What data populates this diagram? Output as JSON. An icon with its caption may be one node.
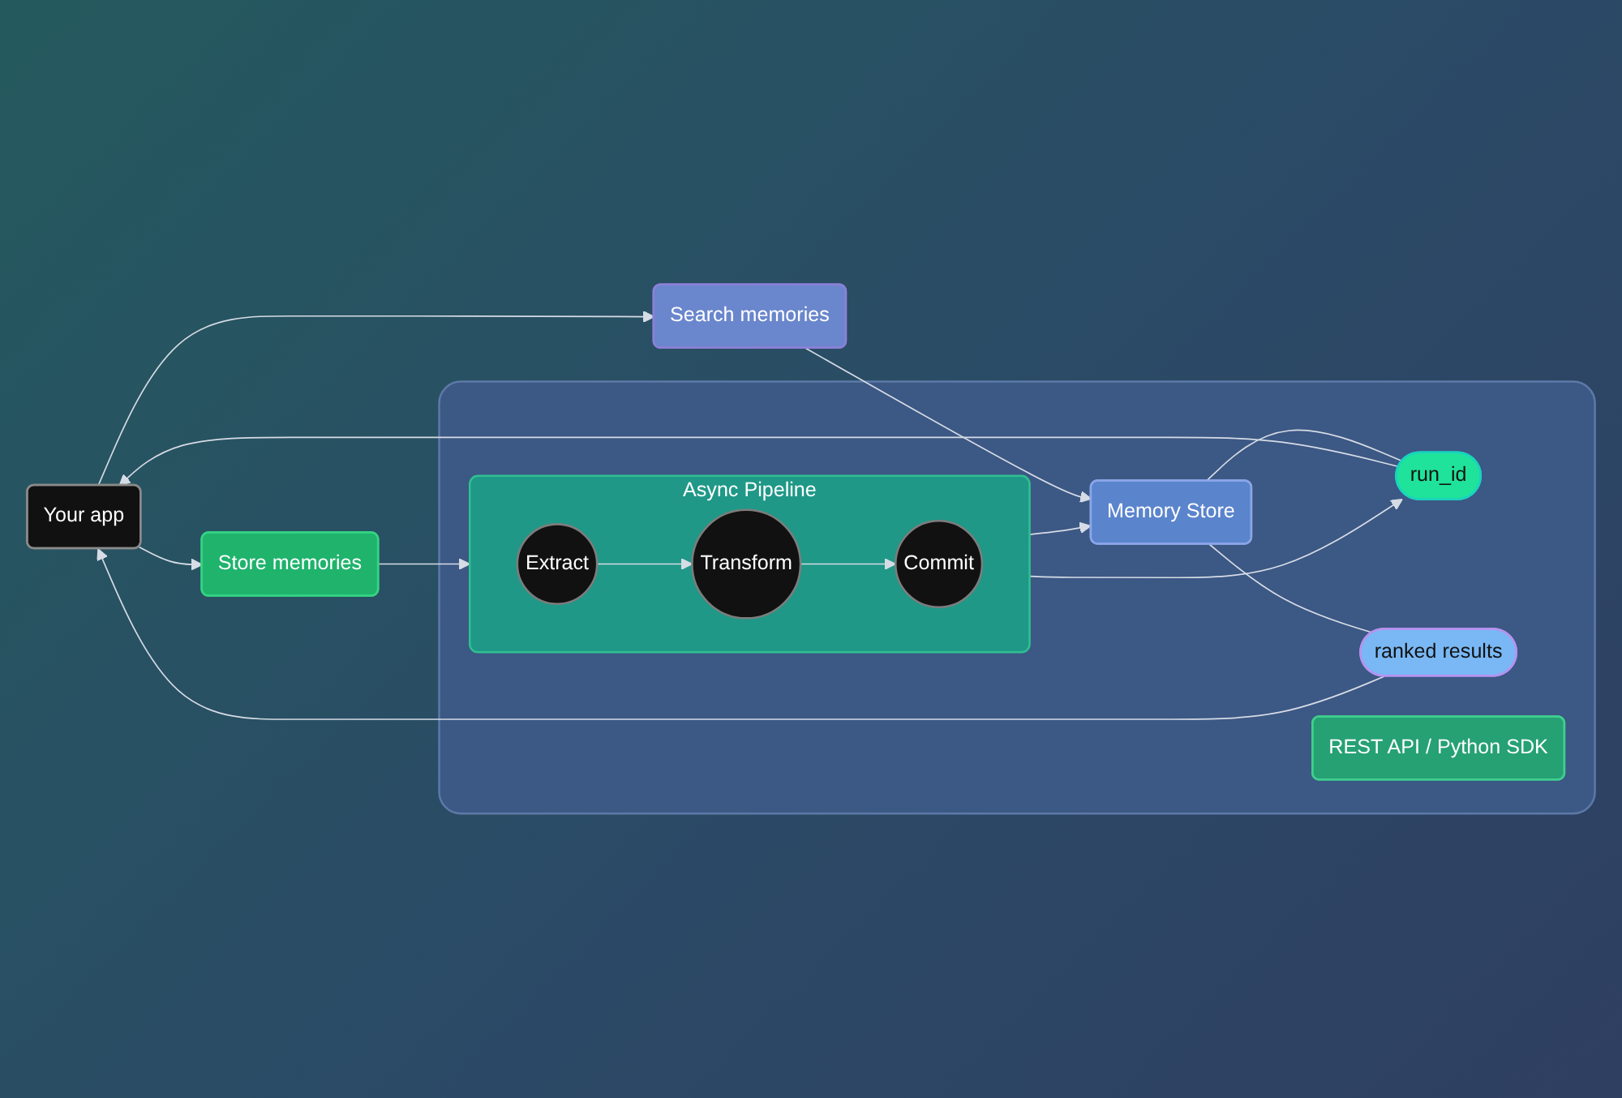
{
  "diagram": {
    "nodes": [
      {
        "text": [],
        "shape": "box"
      },
      {
        "text": [
          "Store memories"
        ]
      },
      {
        "text": [
          "REST API / Python SDK"
        ],
        "in": 0
      },
      {
        "text": [
          "Async Pipeline"
        ],
        "in": 0
      },
      {
        "text": [
          "Extract"
        ],
        "in": 3
      },
      {
        "text": [
          "Transform"
        ],
        "in": 3
      },
      {
        "text": [
          "Commit"
        ],
        "in": 3
      },
      {
        "text": [
          "Memory Store"
        ],
        "in": 0
      },
      {
        "text": [
          "Your app"
        ]
      },
      {
        "text": [
          "run_id"
        ],
        "in": 0
      },
      {
        "text": [
          "ranked results"
        ],
        "in": 0
      },
      {
        "text": [
          "Search memories"
        ]
      }
    ],
    "edges": [
      {
        "from": 8,
        "to": 1,
        "arrow": "to"
      },
      {
        "from": 8,
        "to": 11,
        "arrow": "to"
      },
      {
        "from": 1,
        "to": 3,
        "arrow": "to"
      },
      {
        "from": 4,
        "to": 5,
        "arrow": "to"
      },
      {
        "from": 5,
        "to": 6,
        "arrow": "to"
      },
      {
        "from": 3,
        "to": 7,
        "arrow": "to"
      },
      {
        "from": 3,
        "to": 9,
        "arrow": "to"
      },
      {
        "from": 7,
        "to": 9,
        "arrow": "none"
      },
      {
        "from": 9,
        "to": 8,
        "arrow": "to"
      },
      {
        "from": 7,
        "to": 10,
        "arrow": "none"
      },
      {
        "from": 10,
        "to": 8,
        "arrow": "to"
      },
      {
        "from": 11,
        "to": 7,
        "arrow": "to"
      }
    ]
  }
}
